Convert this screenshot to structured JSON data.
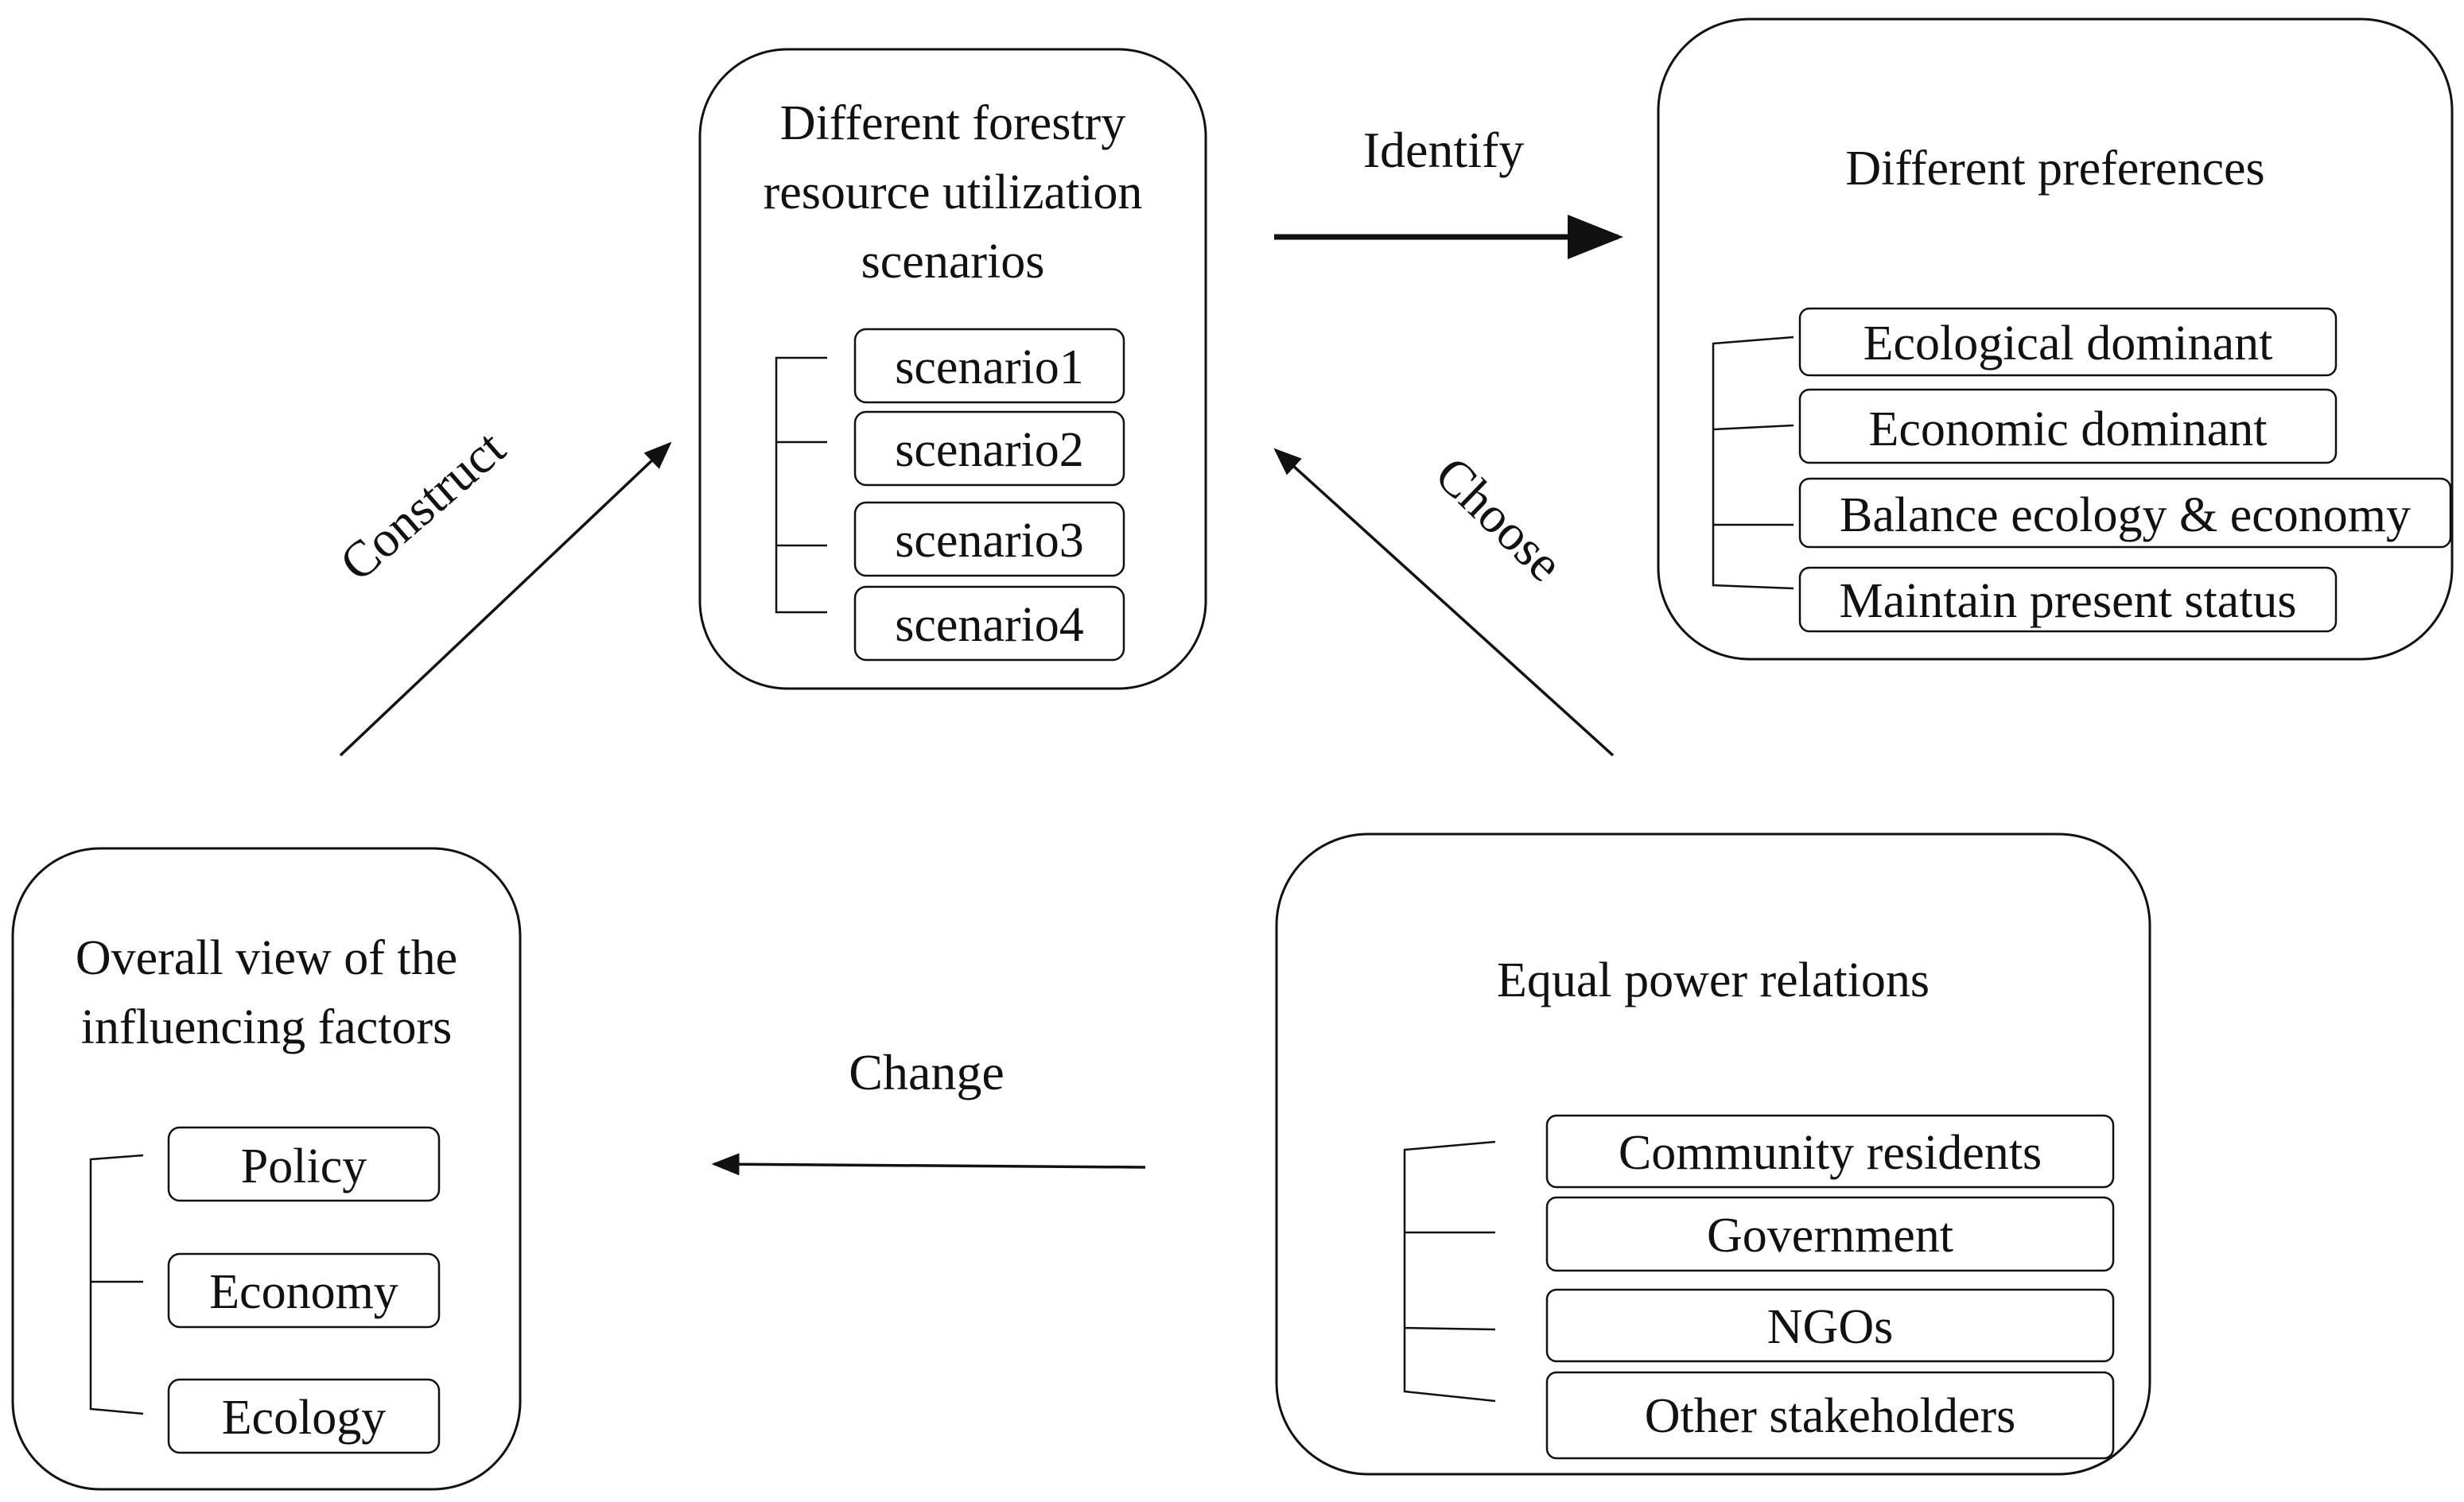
{
  "scenarios_box": {
    "title_lines": [
      "Different forestry",
      "resource utilization",
      "scenarios"
    ],
    "items": [
      "scenario1",
      "scenario2",
      "scenario3",
      "scenario4"
    ]
  },
  "preferences_box": {
    "title": "Different preferences",
    "items": [
      "Ecological dominant",
      "Economic dominant",
      "Balance ecology & economy",
      "Maintain present status"
    ]
  },
  "factors_box": {
    "title_lines": [
      "Overall view of the",
      "influencing factors"
    ],
    "items": [
      "Policy",
      "Economy",
      "Ecology"
    ]
  },
  "power_box": {
    "title": "Equal power relations",
    "items": [
      "Community residents",
      "Government",
      "NGOs",
      "Other stakeholders"
    ]
  },
  "arrows": {
    "identify": "Identify",
    "construct": "Construct",
    "choose": "Choose",
    "change": "Change"
  }
}
